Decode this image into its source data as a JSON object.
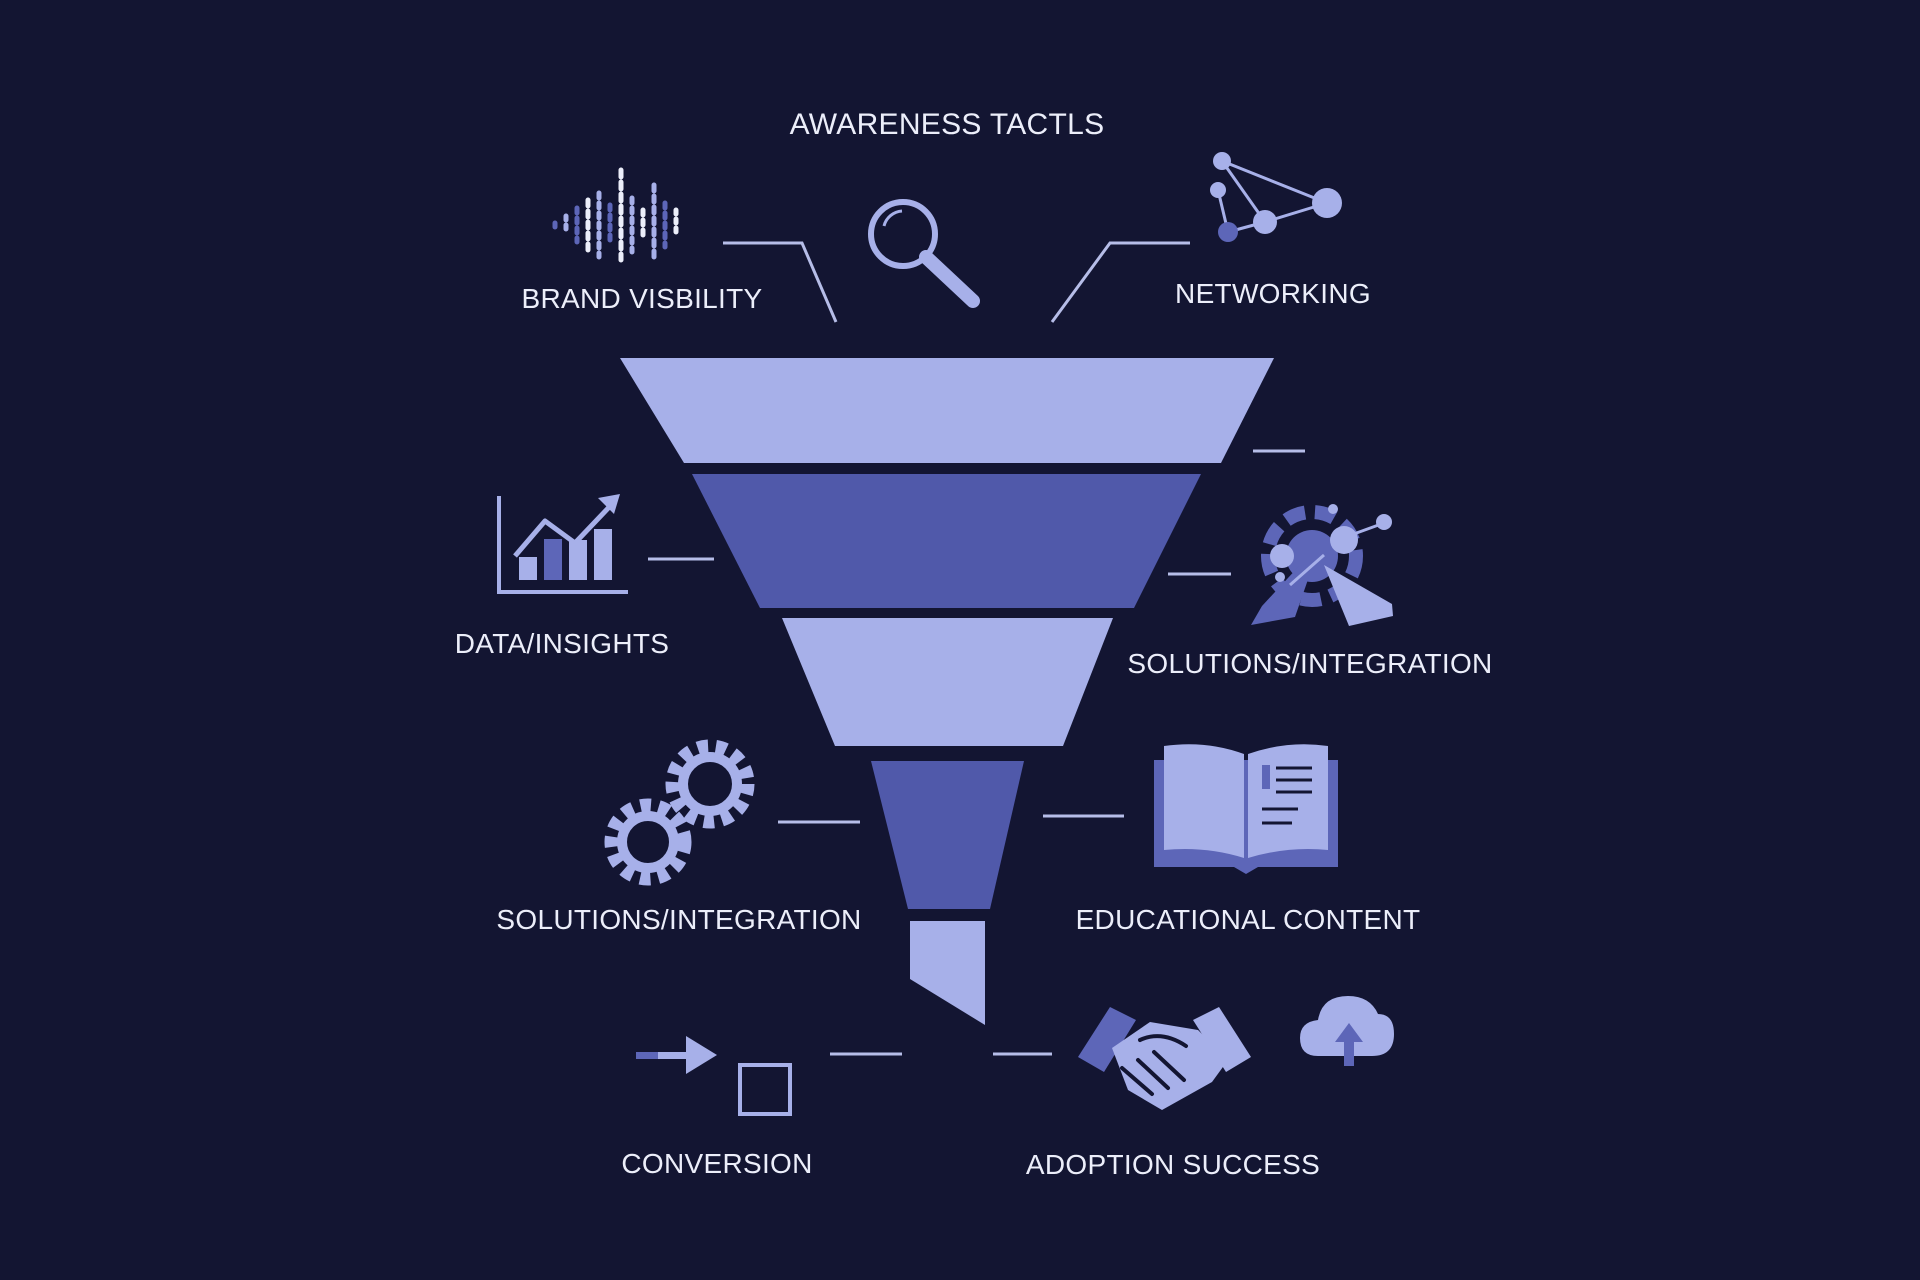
{
  "title": "AWARENESS TACTLS",
  "labels": {
    "brand_visibility": "BRAND VISBILITY",
    "networking": "NETWORKING",
    "data_insights": "DATA/INSIGHTS",
    "solutions_integration_right": "SOLUTIONS/INTEGRATION",
    "solutions_integration_left": "SOLUTIONS/INTEGRATION",
    "educational_content": "EDUCATIONAL CONTENT",
    "conversion": "CONVERSION",
    "adoption_success": "ADOPTION SUCCESS"
  },
  "icons": [
    "waveform-icon",
    "magnifier-icon",
    "network-nodes-icon",
    "growth-chart-icon",
    "solutions-hub-icon",
    "gears-icon",
    "open-book-icon",
    "arrow-to-box-icon",
    "handshake-icon",
    "cloud-upload-icon"
  ],
  "colors": {
    "background": "#131532",
    "funnel_light": "#a7b0e9",
    "funnel_dark": "#5059aa",
    "connector": "#b6bde8",
    "text": "#eceefa"
  }
}
